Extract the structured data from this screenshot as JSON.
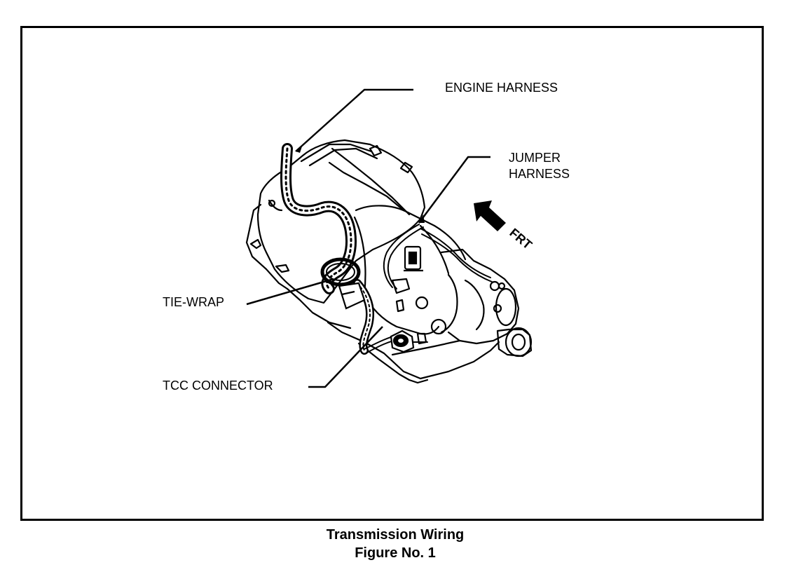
{
  "labels": {
    "engine_harness": "ENGINE HARNESS",
    "jumper_harness_line1": "JUMPER",
    "jumper_harness_line2": "HARNESS",
    "tie_wrap": "TIE-WRAP",
    "tcc_connector": "TCC CONNECTOR",
    "front": "FRT"
  },
  "caption": {
    "title": "Transmission Wiring",
    "figure": "Figure No. 1"
  },
  "icons": [
    "front-direction-arrow-icon"
  ]
}
